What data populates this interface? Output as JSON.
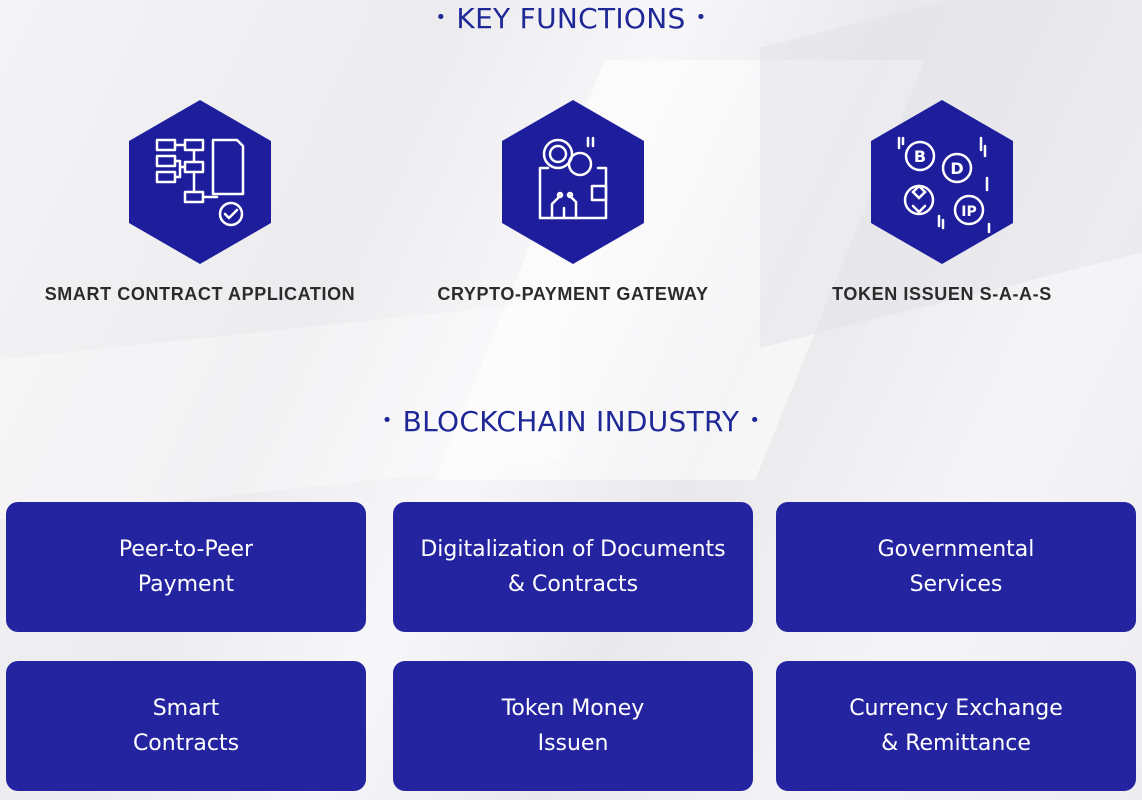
{
  "sections": {
    "key_functions_title": "KEY FUNCTIONS",
    "industry_title": "BLOCKCHAIN INDUSTRY",
    "bullet": "•"
  },
  "functions": [
    {
      "label": "SMART CONTRACT APPLICATION",
      "icon": "flowchart-check-icon"
    },
    {
      "label": "CRYPTO-PAYMENT GATEWAY",
      "icon": "wallet-coins-icon"
    },
    {
      "label": "TOKEN ISSUEN S-A-A-S",
      "icon": "crypto-tokens-icon"
    }
  ],
  "industry": [
    {
      "text": "Peer-to-Peer\nPayment"
    },
    {
      "text": "Digitalization of Documents\n& Contracts"
    },
    {
      "text": "Governmental\nServices"
    },
    {
      "text": "Smart\nContracts"
    },
    {
      "text": "Token Money\nIssuen"
    },
    {
      "text": "Currency Exchange\n& Remittance"
    }
  ],
  "token_icon_letters": {
    "bitcoin": "B",
    "dash": "D",
    "ip": "IP"
  },
  "colors": {
    "brand": "#1e1e9c",
    "card": "#2424a0",
    "label": "#2b2b2b",
    "heading": "#1f2896"
  }
}
